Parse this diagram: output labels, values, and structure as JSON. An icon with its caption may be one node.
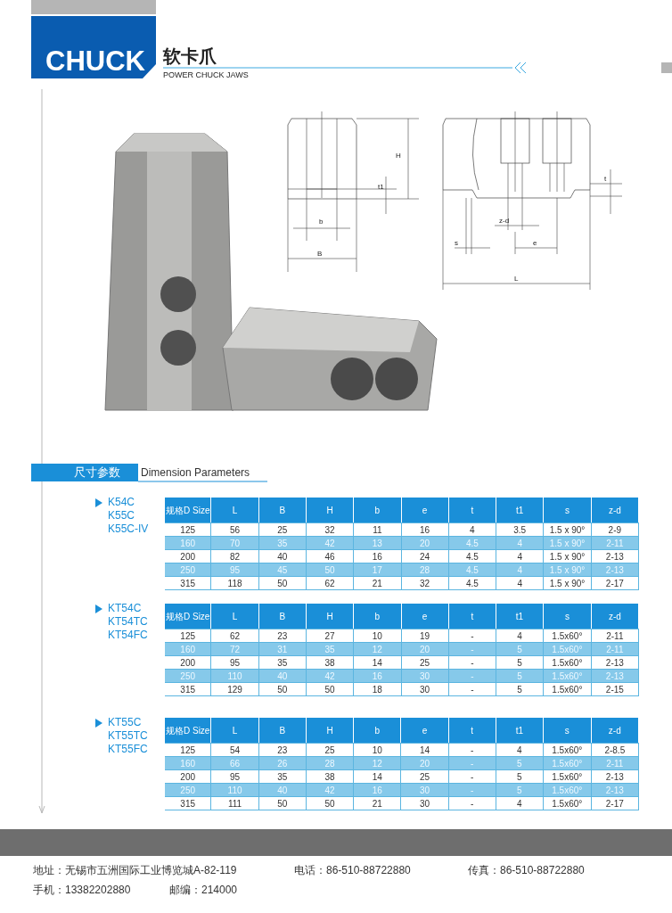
{
  "diagram": {
    "title": "软卡爪",
    "labels": [
      "CHUCK",
      "POWER CHUCK JAWS",
      "H",
      "t1",
      "b",
      "B",
      "t",
      "z-d",
      "s",
      "e",
      "L",
      "尺寸参数",
      "Dimension Parameters",
      "K54C",
      "K55C",
      "K55C-IV",
      "规格D Size",
      "L",
      "B",
      "H",
      "b",
      "e",
      "t",
      "t1",
      "s",
      "z-d",
      "125",
      "56",
      "25",
      "32",
      "11",
      "16",
      "4",
      "3.5",
      "1.5 x 90°",
      "2-9",
      "160",
      "70",
      "35",
      "42",
      "13",
      "20",
      "4.5",
      "4",
      "1.5 x 90°",
      "2-11",
      "200",
      "82",
      "40",
      "46",
      "16",
      "24",
      "4.5",
      "4",
      "1.5 x 90°",
      "2-13",
      "250",
      "95",
      "45",
      "50",
      "17",
      "28",
      "4.5",
      "4",
      "1.5 x 90°",
      "2-13",
      "315",
      "118",
      "50",
      "62",
      "21",
      "32",
      "4.5",
      "4",
      "1.5 x 90°",
      "2-17",
      "KT54C",
      "KT54TC",
      "KT54FC",
      "规格D Size",
      "L",
      "B",
      "H",
      "b",
      "e",
      "t",
      "t1",
      "s",
      "z-d",
      "125",
      "62",
      "23",
      "27",
      "10",
      "19",
      "-",
      "4",
      "1.5x60°",
      "2-11",
      "160",
      "72",
      "31",
      "35",
      "12",
      "20",
      "-",
      "5",
      "1.5x60°",
      "2-11",
      "200",
      "95",
      "35",
      "38",
      "14",
      "25",
      "-",
      "5",
      "1.5x60°",
      "2-13",
      "250",
      "110",
      "40",
      "42",
      "16",
      "30",
      "-",
      "5",
      "1.5x60°",
      "2-13",
      "315",
      "129",
      "50",
      "50",
      "18",
      "30",
      "-",
      "5",
      "1.5x60°",
      "2-15",
      "KT55C",
      "KT55TC",
      "KT55FC",
      "规格D Size",
      "L",
      "B",
      "H",
      "b",
      "e",
      "t",
      "t1",
      "s",
      "z-d",
      "125",
      "54",
      "23",
      "25",
      "10",
      "14",
      "-",
      "4",
      "1.5x60°",
      "2-8.5",
      "160",
      "66",
      "26",
      "28",
      "12",
      "20",
      "-",
      "5",
      "1.5x60°",
      "2-11",
      "200",
      "95",
      "35",
      "38",
      "14",
      "25",
      "-",
      "5",
      "1.5x60°",
      "2-13",
      "250",
      "110",
      "40",
      "42",
      "16",
      "30",
      "-",
      "5",
      "1.5x60°",
      "2-13",
      "315",
      "111",
      "50",
      "50",
      "21",
      "30",
      "-",
      "4",
      "1.5x60°",
      "2-17",
      "地址：无锡市五洲国际工业博览城A-82-119",
      "电话：86-510-88722880",
      "传真：86-510-88722880",
      "手机：13382202880",
      "邮编：214000"
    ]
  }
}
